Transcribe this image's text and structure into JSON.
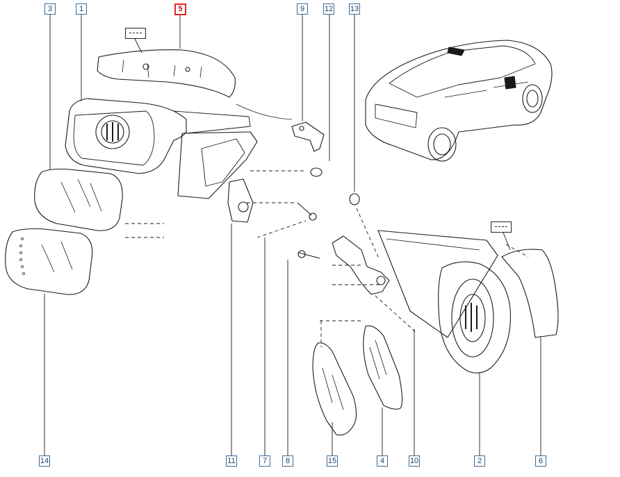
{
  "diagram": {
    "highlight_color": "#e0242a",
    "line_color": "#1a1a1a",
    "label_border_color": "#3a6a96",
    "callouts": [
      {
        "id": "c3",
        "label": "3"
      },
      {
        "id": "c1",
        "label": "1"
      },
      {
        "id": "c5",
        "label": "5",
        "highlight": true
      },
      {
        "id": "c9",
        "label": "9"
      },
      {
        "id": "c12",
        "label": "12"
      },
      {
        "id": "c13",
        "label": "13"
      },
      {
        "id": "c14",
        "label": "14"
      },
      {
        "id": "c11",
        "label": "11"
      },
      {
        "id": "c7",
        "label": "7"
      },
      {
        "id": "c8",
        "label": "8"
      },
      {
        "id": "c15",
        "label": "15"
      },
      {
        "id": "c4",
        "label": "4"
      },
      {
        "id": "c10",
        "label": "10"
      },
      {
        "id": "c2",
        "label": "2"
      },
      {
        "id": "c6",
        "label": "6"
      }
    ]
  }
}
